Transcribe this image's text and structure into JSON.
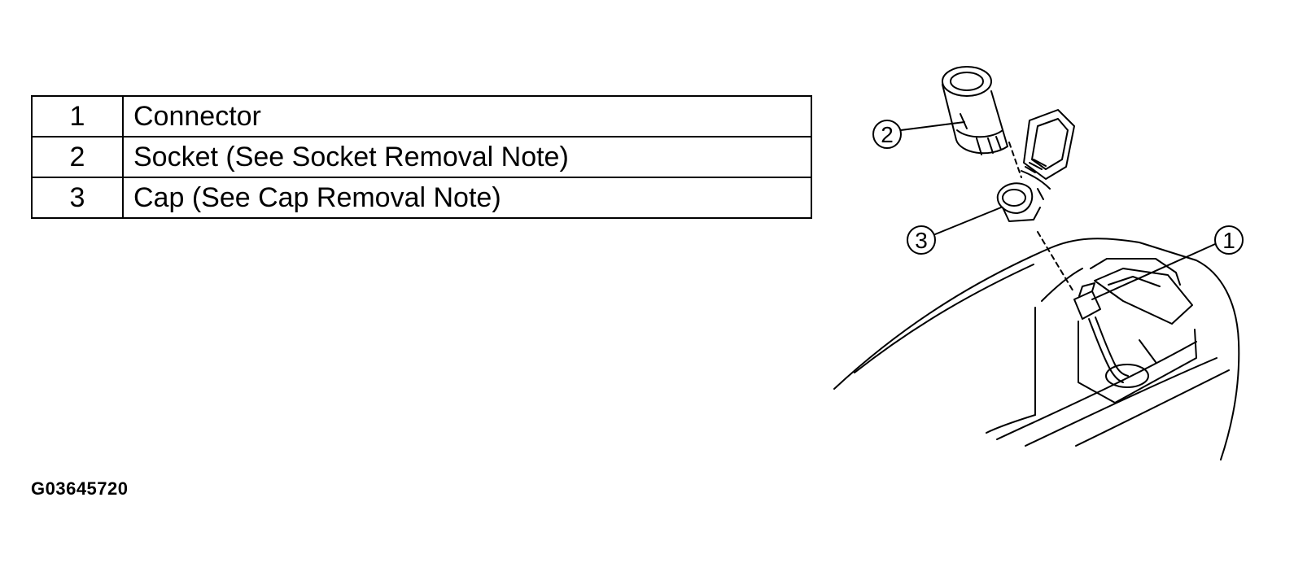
{
  "parts": [
    {
      "num": "1",
      "label": "Connector"
    },
    {
      "num": "2",
      "label": "Socket (See Socket Removal Note)"
    },
    {
      "num": "3",
      "label": "Cap (See Cap Removal Note)"
    }
  ],
  "callouts": {
    "c1": "1",
    "c2": "2",
    "c3": "3"
  },
  "figure_id": "G03645720"
}
